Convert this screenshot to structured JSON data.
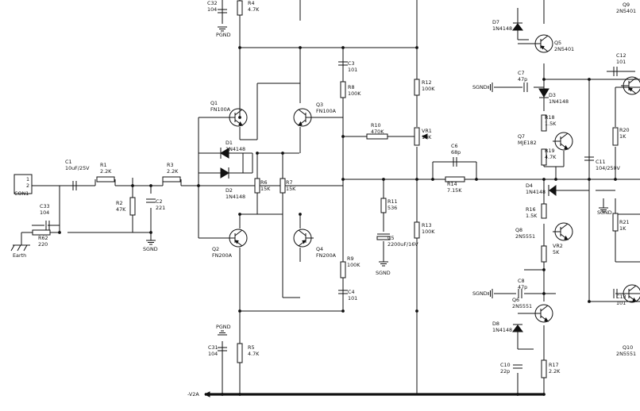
{
  "components": {
    "C32": [
      "C32",
      "104"
    ],
    "R4": [
      "R4",
      "4.7K"
    ],
    "PGND_top": [
      "PGND"
    ],
    "D7": [
      "D7",
      "1N4148"
    ],
    "Q5": [
      "Q5",
      "2N5401"
    ],
    "Q9": [
      "Q9",
      "2N5401"
    ],
    "C3": [
      "C3",
      "101"
    ],
    "R8": [
      "R8",
      "100K"
    ],
    "R12": [
      "R12",
      "100K"
    ],
    "C7": [
      "C7",
      "47p"
    ],
    "SGND_c7": [
      "SGND"
    ],
    "D3": [
      "D3",
      "1N4148"
    ],
    "C12": [
      "C12",
      "101"
    ],
    "Q1": [
      "Q1",
      "FN100A"
    ],
    "Q3": [
      "Q3",
      "FN100A"
    ],
    "R18": [
      "R18",
      "1.5K"
    ],
    "R20": [
      "R20",
      "1K"
    ],
    "D1": [
      "D1",
      "1N4148"
    ],
    "R10": [
      "R10",
      "470K"
    ],
    "VR1": [
      "VR1",
      "10K"
    ],
    "Q7": [
      "Q7",
      "MJE182"
    ],
    "R19": [
      "R19",
      "4.7K"
    ],
    "C11": [
      "C11",
      "104/250V"
    ],
    "C1": [
      "C1",
      "10uF/25V"
    ],
    "CON1": [
      "1",
      "2",
      "CON1"
    ],
    "R1": [
      "R1",
      "2.2K"
    ],
    "R3": [
      "R3",
      "2.2K"
    ],
    "C6": [
      "C6",
      "68p"
    ],
    "D2": [
      "D2",
      "1N4148"
    ],
    "R14": [
      "R14",
      "7.15K"
    ],
    "R6": [
      "R6",
      "15K"
    ],
    "R7": [
      "R7",
      "15K"
    ],
    "R11": [
      "R11",
      "536"
    ],
    "D4": [
      "D4",
      "1N4148"
    ],
    "R2": [
      "R2",
      "47K"
    ],
    "C2": [
      "C2",
      "221"
    ],
    "C33": [
      "C33",
      "104"
    ],
    "SGND_mid": [
      "SGND"
    ],
    "R16": [
      "R16",
      "1.5K"
    ],
    "R21": [
      "R21",
      "1K"
    ],
    "Q8": [
      "Q8",
      "2N5551"
    ],
    "R13": [
      "R13",
      "100K"
    ],
    "R62": [
      "R62",
      "220"
    ],
    "Earth": [
      "Earth"
    ],
    "SGND_r2": [
      "SGND"
    ],
    "C5": [
      "C5",
      "2200uF/16V"
    ],
    "VR2": [
      "VR2",
      "5K"
    ],
    "Q2": [
      "Q2",
      "FN200A"
    ],
    "Q4": [
      "Q4",
      "FN200A"
    ],
    "R9": [
      "R9",
      "100K"
    ],
    "SGND_c5": [
      "SGND"
    ],
    "C8": [
      "C8",
      "47p"
    ],
    "SGND_c8": [
      "SGND"
    ],
    "C13": [
      "C13",
      "101"
    ],
    "C4": [
      "C4",
      "101"
    ],
    "Q6": [
      "Q6",
      "2N5551"
    ],
    "PGND_bot": [
      "PGND"
    ],
    "D8": [
      "D8",
      "1N4148"
    ],
    "C31": [
      "C31",
      "104"
    ],
    "R5": [
      "R5",
      "4.7K"
    ],
    "Q10": [
      "Q10",
      "2N5551"
    ],
    "C10": [
      "C10",
      "22p"
    ],
    "R17": [
      "R17",
      "2.2K"
    ],
    "V2A": [
      "-V2A"
    ]
  }
}
